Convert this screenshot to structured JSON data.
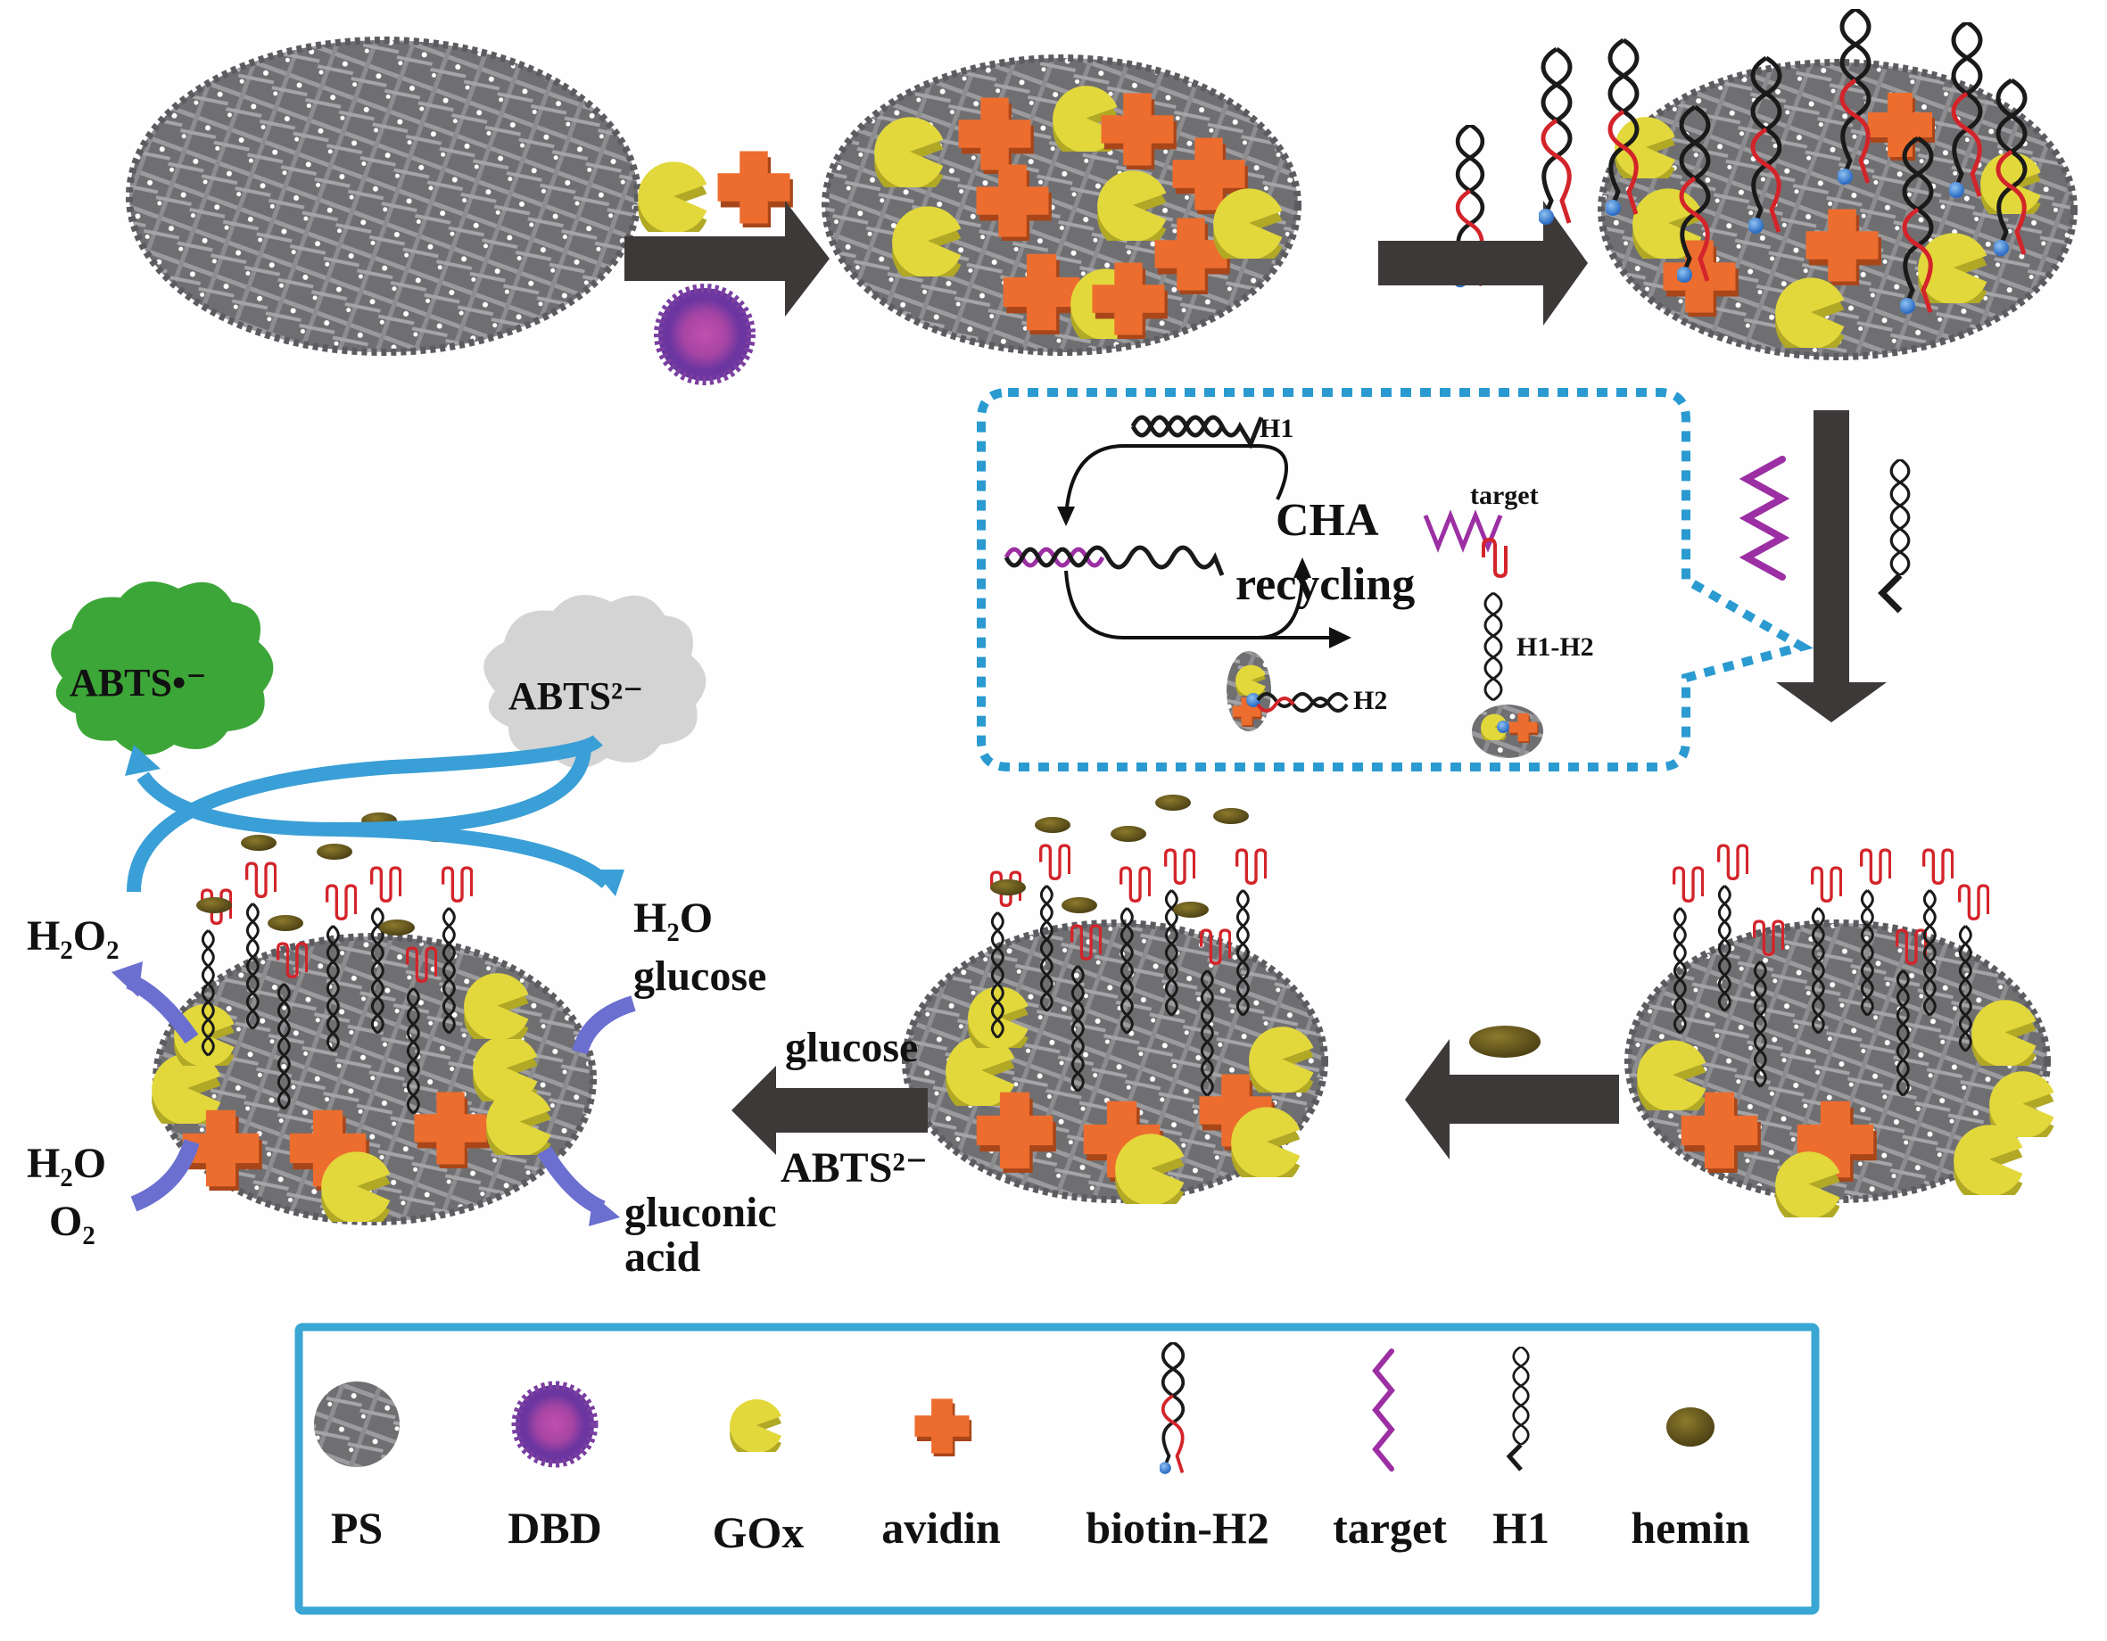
{
  "colors": {
    "arrow": "#3d3938",
    "ps_gray": "#77777a",
    "gox_yellow": "#e0d63a",
    "avidin_orange": "#ec6d2e",
    "dbd_purple": "#7a3fa0",
    "dbd_center": "#b04aa8",
    "target_purple": "#9c2fa3",
    "dna_black": "#1a1a1a",
    "h2_red": "#d3242a",
    "biotin_blue": "#3a7fd0",
    "hemin_brown": "#6b5a1e",
    "cloud_green": "#3da638",
    "cloud_gray": "#d4d4d4",
    "dashed_box": "#2a9ad0",
    "legend_border": "#3aa6d3",
    "flow_blue": "#3a9fd6",
    "flow_violet": "#6b6fd0"
  },
  "cha_box": {
    "title_line1": "CHA",
    "title_line2": "recycling",
    "h1_label": "H1",
    "target_label": "target",
    "h2_label": "H2",
    "h1h2_label": "H1-H2"
  },
  "arrows": {
    "step4_top_label": "glucose",
    "step4_bottom_label": "ABTS²⁻"
  },
  "reaction": {
    "cloud_product": "ABTS•⁻",
    "cloud_substrate": "ABTS²⁻",
    "h2o2": "H₂O₂",
    "h2o_right": "H₂O",
    "glucose": "glucose",
    "h2o_left": "H₂O",
    "o2": "O₂",
    "gluconic_line1": "gluconic",
    "gluconic_line2": "acid"
  },
  "legend": {
    "items": [
      {
        "name": "ps",
        "label": "PS"
      },
      {
        "name": "dbd",
        "label": "DBD"
      },
      {
        "name": "gox",
        "label": "GOx"
      },
      {
        "name": "avidin",
        "label": "avidin"
      },
      {
        "name": "biotin-h2",
        "label": "biotin-H2"
      },
      {
        "name": "target",
        "label": "target"
      },
      {
        "name": "h1",
        "label": "H1"
      },
      {
        "name": "hemin",
        "label": "hemin"
      }
    ]
  }
}
